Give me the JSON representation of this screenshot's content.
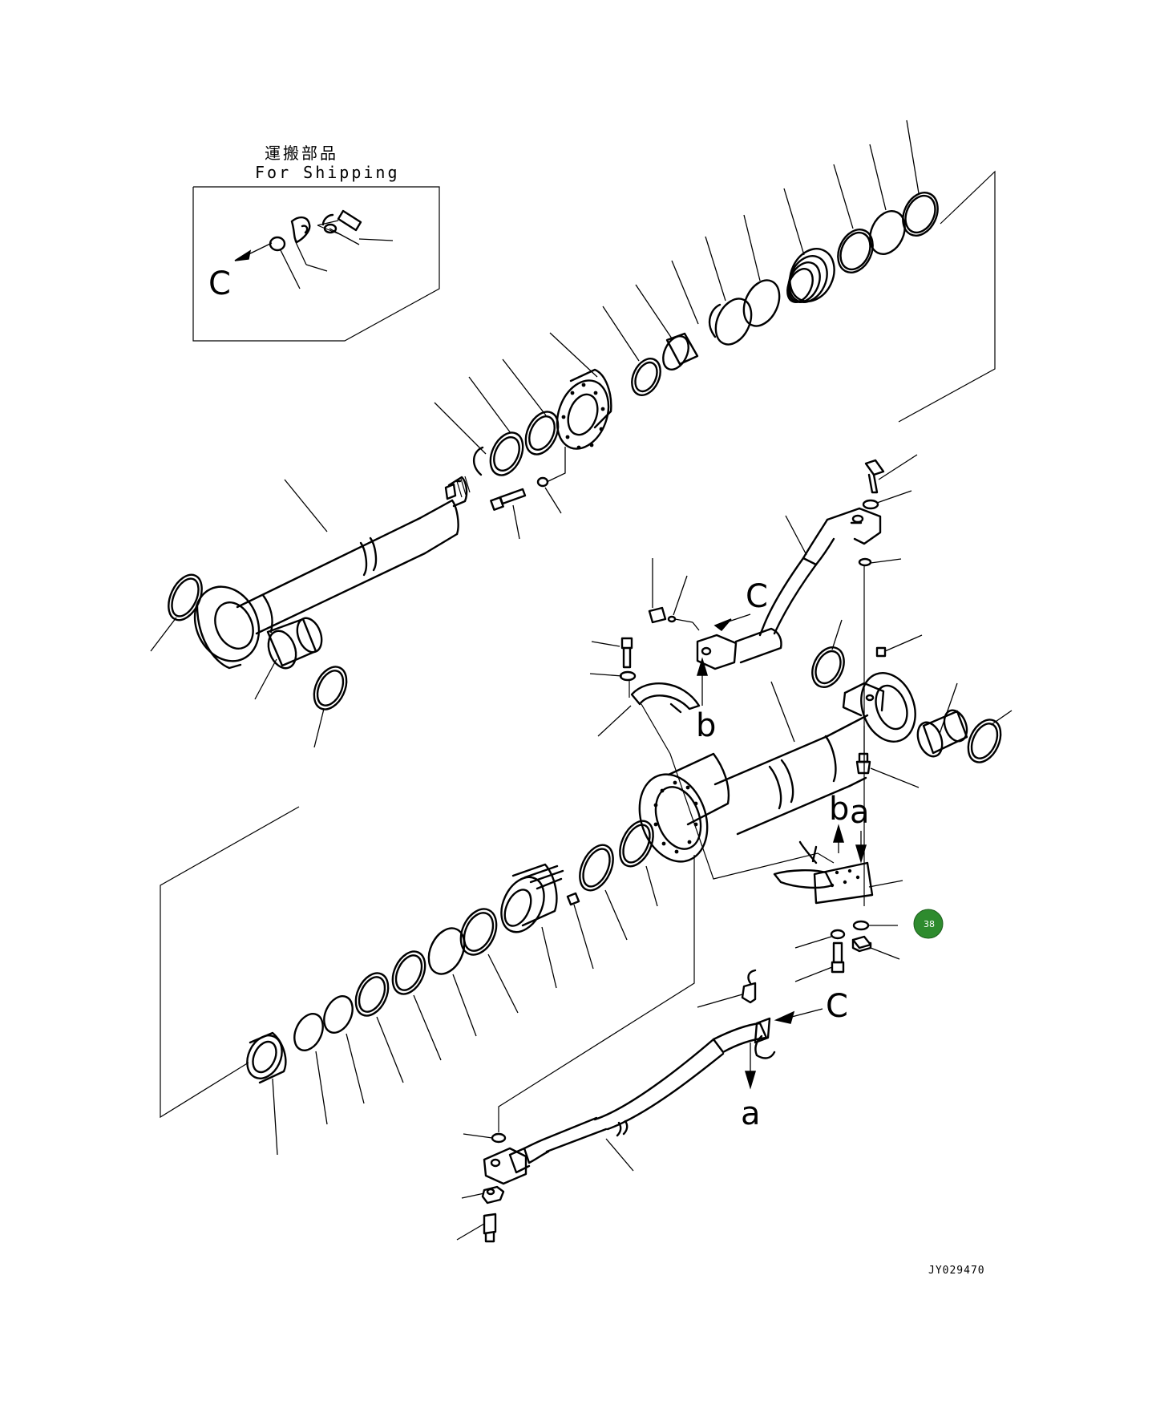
{
  "shipping_box": {
    "title_jp": "運搬部品",
    "title_en": "For Shipping",
    "ref_label": "C"
  },
  "refs": {
    "c_upper": "C",
    "b_upper": "b",
    "b_right": "b",
    "a_right": "a",
    "c_lower": "C",
    "a_lower": "a"
  },
  "drawing_code": "JY029470",
  "callout": {
    "number": "38",
    "color": "#2e8b2e"
  }
}
